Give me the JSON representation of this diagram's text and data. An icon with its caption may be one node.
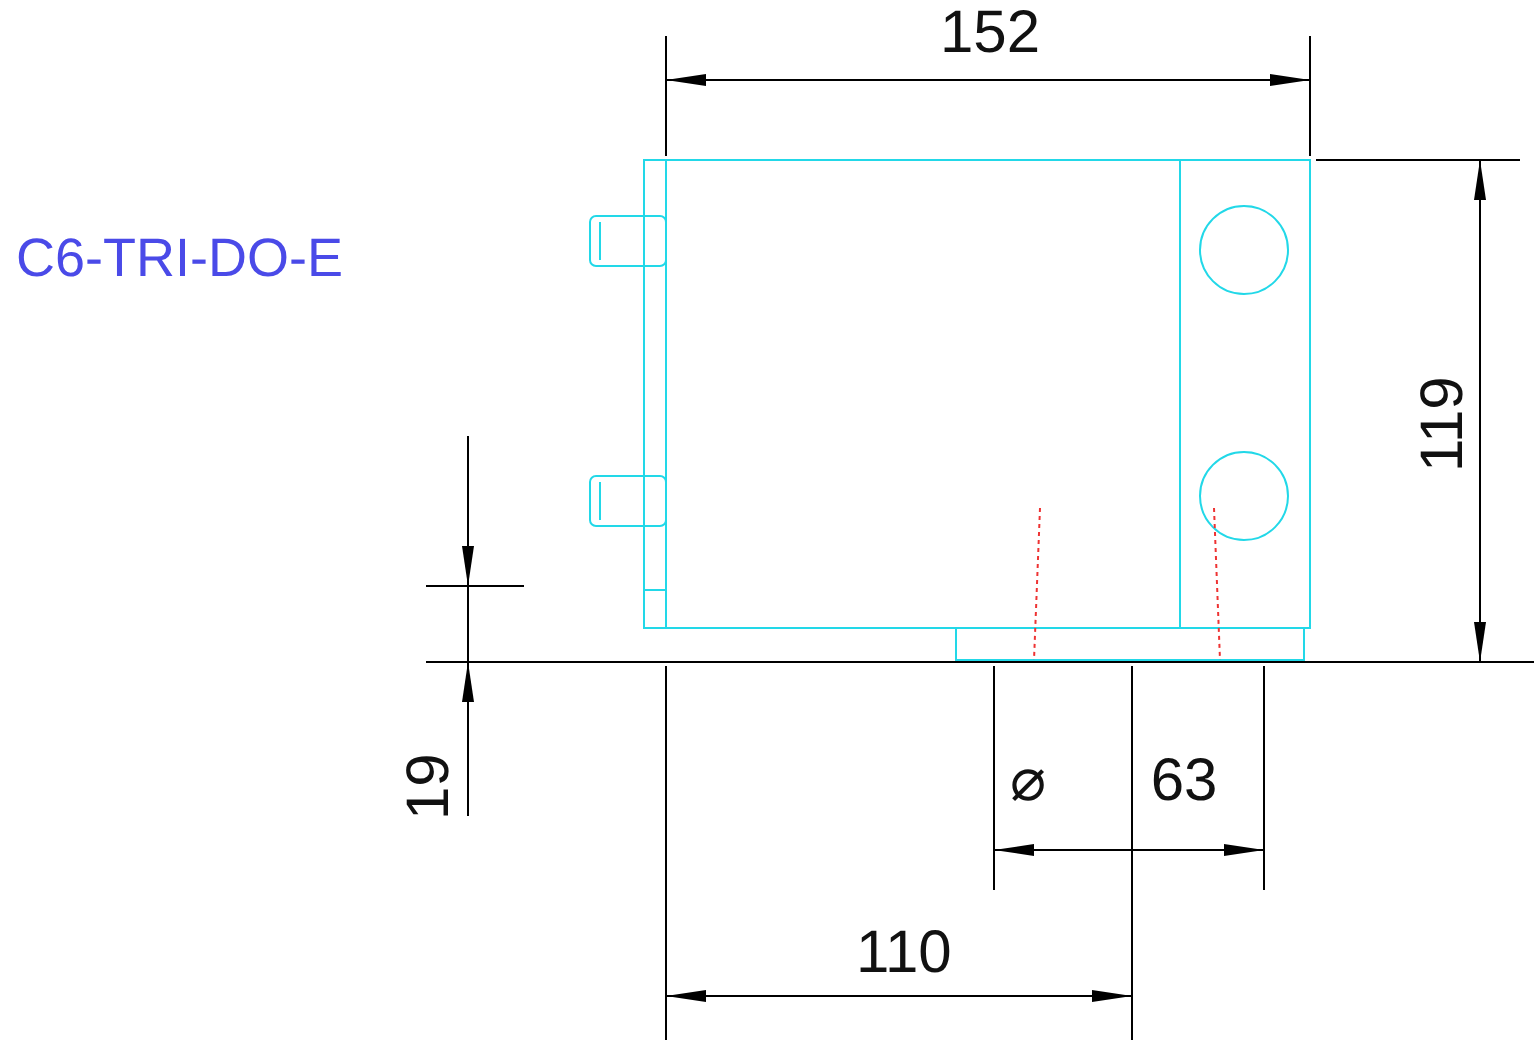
{
  "diagram": {
    "labels": [
      "152",
      "C6-TRI-DO-E",
      "119",
      "19",
      "⌀ 63",
      "110"
    ]
  }
}
